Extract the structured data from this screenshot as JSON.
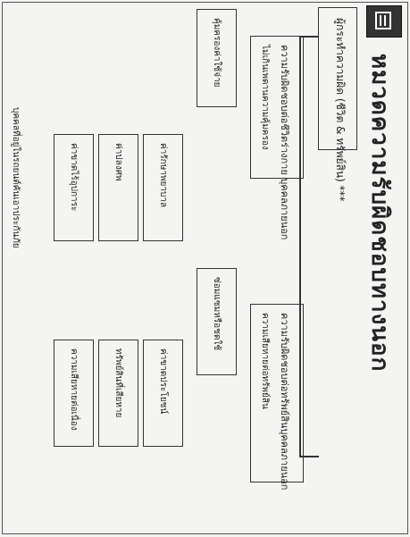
{
  "document": {
    "main_title": "หมวดความรับผิดชอบทางนอก",
    "root_label": "ผู้กระทำความผิด (ชีวิต & ทรัพย์สิน) ***",
    "branches": [
      {
        "heading": "ความรับผิดชอบต่อชีวิตร่างกาย บุคคลภายนอก",
        "sub_heading": "ไม่เกินเพดานความคุ้มครอง",
        "items": [
          "คุ้มครองค่าใช้จ่าย",
          "ค่ารักษาพยาบาล",
          "ค่าปลงศพ",
          "ค่าขาดไร้อุปการะ"
        ]
      },
      {
        "heading": "ความรับผิดชอบต่อทรัพย์สินบุคคลภายนอก",
        "sub_heading": "ความเสียหายต่อทรัพย์สิน",
        "items": [
          "ซ่อมแซมหรือชดใช้",
          "ค่าขาดประโยชน์",
          "ทรัพย์สินที่เสียหาย",
          "ความเสียหายต่อเนื่อง"
        ]
      }
    ],
    "footnote": "บุคคลที่อยู่ในรถยนต์คันเอาประกันภัย"
  },
  "icons": {
    "section_icon": "document-icon"
  },
  "colors": {
    "ink": "#222222",
    "paper": "#f4f4f2"
  }
}
